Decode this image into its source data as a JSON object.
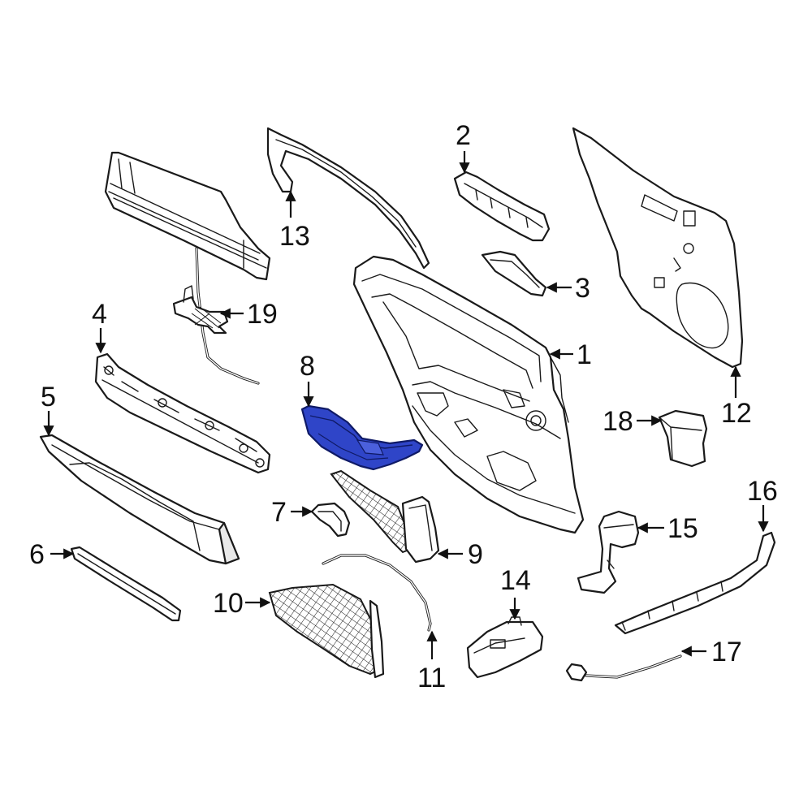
{
  "diagram": {
    "highlight_color": "#2f45c8",
    "callouts": [
      {
        "id": "1",
        "label": "1"
      },
      {
        "id": "2",
        "label": "2"
      },
      {
        "id": "3",
        "label": "3"
      },
      {
        "id": "4",
        "label": "4"
      },
      {
        "id": "5",
        "label": "5"
      },
      {
        "id": "6",
        "label": "6"
      },
      {
        "id": "7",
        "label": "7"
      },
      {
        "id": "8",
        "label": "8"
      },
      {
        "id": "9",
        "label": "9"
      },
      {
        "id": "10",
        "label": "10"
      },
      {
        "id": "11",
        "label": "11"
      },
      {
        "id": "12",
        "label": "12"
      },
      {
        "id": "13",
        "label": "13"
      },
      {
        "id": "14",
        "label": "14"
      },
      {
        "id": "15",
        "label": "15"
      },
      {
        "id": "16",
        "label": "16"
      },
      {
        "id": "17",
        "label": "17"
      },
      {
        "id": "18",
        "label": "18"
      },
      {
        "id": "19",
        "label": "19"
      }
    ]
  }
}
